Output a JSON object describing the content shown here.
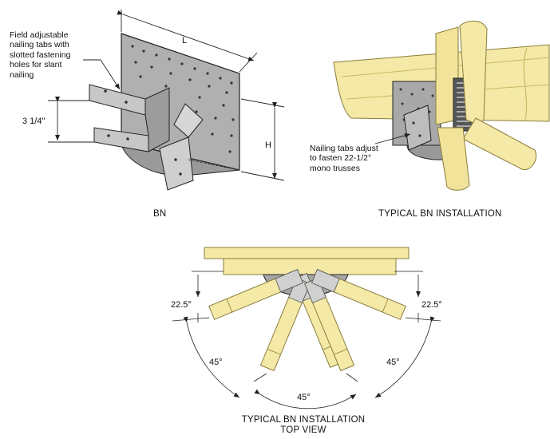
{
  "labels": {
    "field_note_lines": [
      "Field adjustable",
      "nailing tabs with",
      "slotted fastening",
      "holes for slant",
      "nailing"
    ],
    "dim_l": "L",
    "dim_h": "H",
    "dim_depth": "3 1/4\"",
    "nailing_note_lines": [
      "Nailing tabs adjust",
      "to fasten 22-1/2°",
      "mono trusses"
    ],
    "caption_bn": "BN",
    "caption_install": "TYPICAL BN INSTALLATION",
    "angle_top_left": "22.5°",
    "angle_top_right": "22.5°",
    "angle_left": "45°",
    "angle_right": "45°",
    "angle_bottom": "45°",
    "caption_top_view_lines": [
      "TYPICAL BN INSTALLATION",
      "TOP VIEW"
    ]
  },
  "colors": {
    "steel": "#a9a9a9",
    "steel_light": "#d4d4d4",
    "steel_dark": "#7c7c7c",
    "wood": "#f4e9a6",
    "wood_shade": "#e2d37e",
    "wood_line": "#9d8f4a",
    "line": "#222222"
  }
}
